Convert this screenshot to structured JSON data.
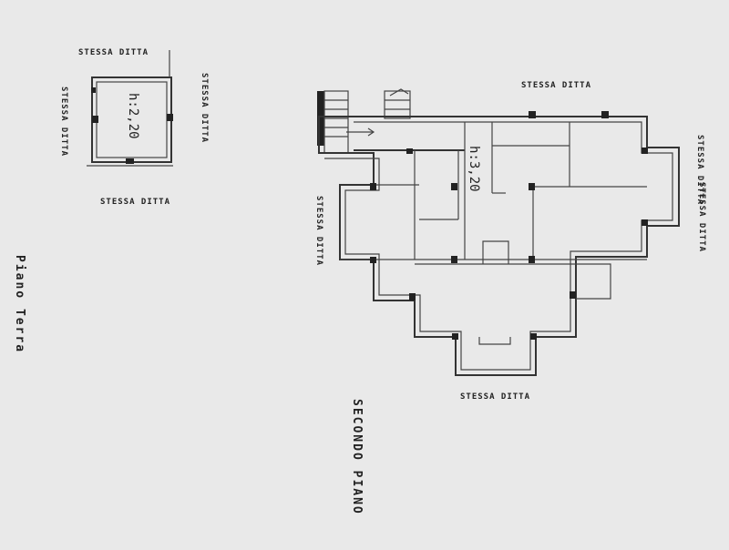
{
  "plan": {
    "ground_floor": {
      "title": "Piano Terra",
      "height_label": "h:2,20",
      "neighbors": [
        "STESSA DITTA",
        "STESSA DITTA",
        "STESSA DITTA",
        "STESSA DITTA"
      ]
    },
    "second_floor": {
      "title": "SECONDO PIANO",
      "height_label": "h:3,20",
      "neighbors": [
        "STESSA DITTA",
        "STESSA DITTA",
        "STESSA DITTA",
        "STESSA DITTA",
        "STESSA DITTA"
      ]
    }
  },
  "colors": {
    "paper": "#e9e9e9",
    "ink": "#222222"
  }
}
